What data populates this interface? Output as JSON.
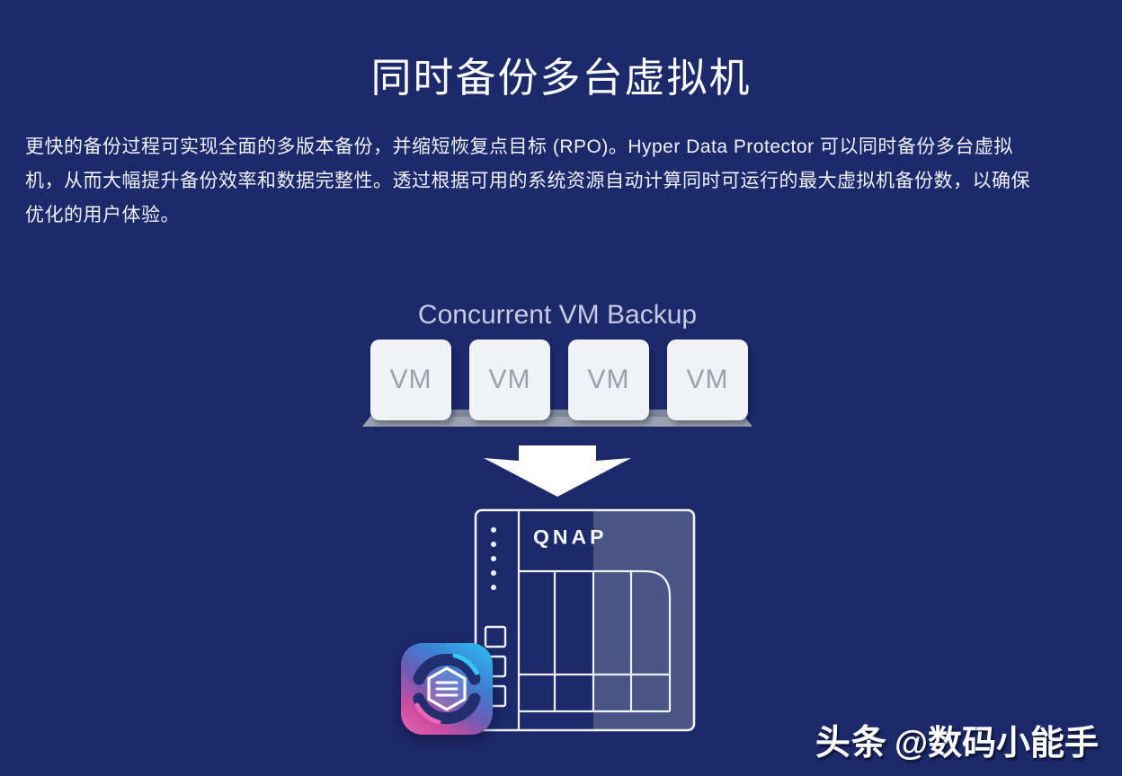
{
  "page": {
    "title": "同时备份多台虚拟机",
    "paragraph_lines": [
      "更快的备份过程可实现全面的多版本备份，并缩短恢复点目标 (RPO)。Hyper Data Protector 可以同时备份多台虚拟",
      "机，从而大幅提升备份效率和数据完整性。透过根据可用的系统资源自动计算同时可运行的最大虚拟机备份数，以确保",
      "优化的用户体验。"
    ],
    "background_color": "#1c2a6c",
    "title_color": "#fbfcfe",
    "paragraph_color": "#eef1f9"
  },
  "diagram": {
    "heading": "Concurrent VM Backup",
    "heading_color": "#c6cbdf",
    "vm_boxes": [
      {
        "label": "VM"
      },
      {
        "label": "VM"
      },
      {
        "label": "VM"
      },
      {
        "label": "VM"
      }
    ],
    "vm_box_fill": "#f1f2f5",
    "vm_label_color": "#9ba1a9",
    "platform_bar_color": "#9aa2af",
    "arrow_color": "#ffffff",
    "nas": {
      "brand": "QNAP",
      "drive_bays": 4,
      "status_leds": 5,
      "front_buttons": 3,
      "outline_color": "#eef1f8",
      "panel_highlight_color": "#4a5585"
    },
    "app_icon": {
      "name": "hyper-data-protector-icon",
      "gradient_top_color": "#2ec1ef",
      "gradient_bottom_color": "#cf4da0",
      "swirl_color": "#20306f"
    }
  },
  "watermark": {
    "platform": "头条",
    "handle": "@数码小能手"
  }
}
